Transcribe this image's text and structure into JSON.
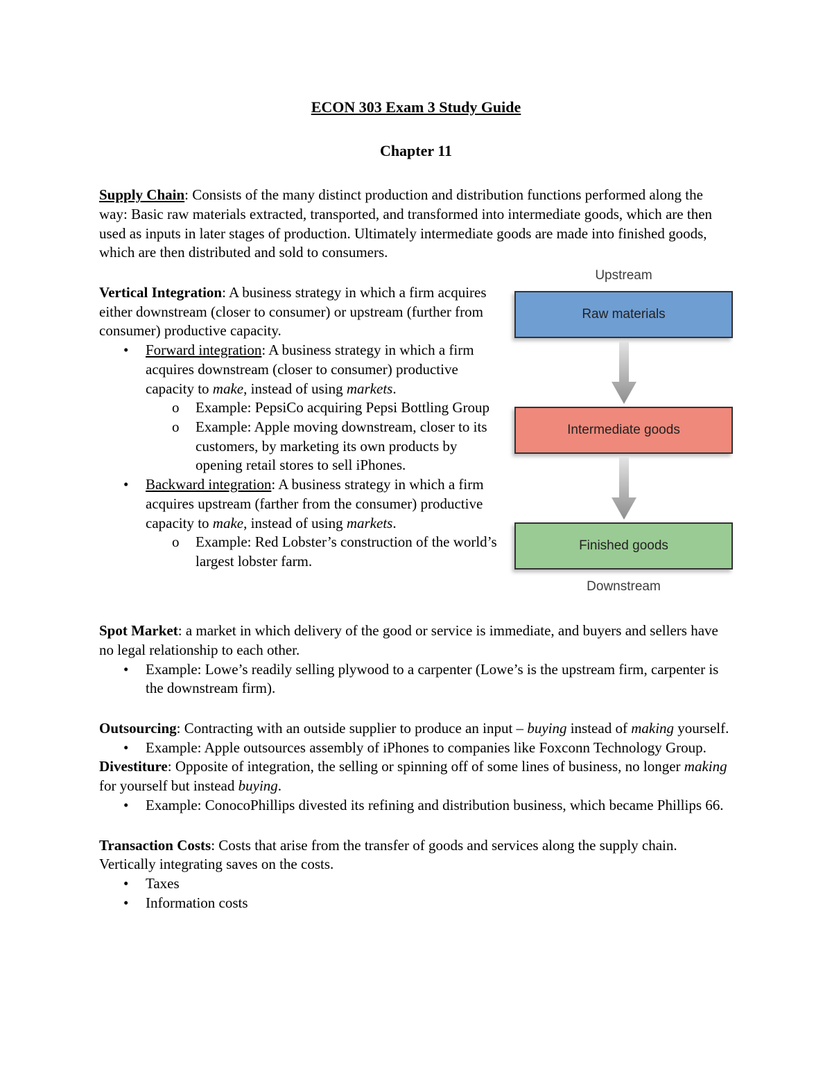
{
  "page": {
    "title": "ECON 303 Exam 3 Study Guide",
    "chapter": "Chapter 11"
  },
  "markers": {
    "bullet": "•",
    "circle": "o"
  },
  "supply_chain": {
    "term": "Supply Chain",
    "definition": ": Consists of the many distinct production and distribution functions performed along the way: Basic raw materials extracted, transported, and transformed into intermediate goods, which are then used as inputs in later stages of production. Ultimately intermediate goods are made into finished goods, which are then distributed and sold to consumers."
  },
  "vertical_integration": {
    "term": "Vertical Integration",
    "definition": ": A business strategy in which a firm acquires either downstream (closer to consumer) or upstream (further from consumer) productive capacity.",
    "forward": {
      "term": "Forward integration",
      "d1": ": A business strategy in which a firm acquires downstream (closer to consumer) productive capacity to ",
      "i1": "make",
      "d2": ", instead of using ",
      "i2": "markets",
      "d3": ".",
      "example1": "Example: PepsiCo acquiring Pepsi Bottling Group",
      "example2": "Example: Apple moving downstream, closer to its customers, by marketing its own products by opening retail stores to sell iPhones."
    },
    "backward": {
      "term": "Backward integration",
      "d1": ": A business strategy in which a firm acquires upstream (farther from the consumer) productive capacity to ",
      "i1": "make",
      "d2": ", instead of using ",
      "i2": "markets",
      "d3": ".",
      "example": "Example: Red Lobster’s construction of the world’s largest lobster farm."
    }
  },
  "diagram": {
    "upstream": "Upstream",
    "downstream": "Downstream",
    "boxes": [
      {
        "label": "Raw materials",
        "color": "#6f9ed3"
      },
      {
        "label": "Intermediate goods",
        "color": "#ef897b"
      },
      {
        "label": "Finished goods",
        "color": "#9bcb94"
      }
    ],
    "arrow_gradient_top": "#e3e3e3",
    "arrow_gradient_bottom": "#8e8e8e",
    "border_color": "#333333"
  },
  "spot_market": {
    "term": "Spot Market",
    "definition": ": a market in which delivery of the good or service is immediate, and buyers and sellers have no legal relationship to each other.",
    "example": "Example: Lowe’s readily selling plywood to a carpenter (Lowe’s is the upstream firm, carpenter is the downstream firm)."
  },
  "outsourcing": {
    "term": "Outsourcing",
    "d1": ": Contracting with an outside supplier to produce an input – ",
    "i1": "buying",
    "d2": " instead of ",
    "i2": "making",
    "d3": " yourself.",
    "example": "Example: Apple outsources assembly of iPhones to companies like Foxconn Technology Group."
  },
  "divestiture": {
    "term": "Divestiture",
    "d1": ": Opposite of integration, the selling or spinning off of some lines of business, no longer ",
    "i1": "making",
    "d2": " for yourself but instead ",
    "i2": "buying",
    "d3": ".",
    "example": "Example: ConocoPhillips divested its refining and distribution business, which became Phillips 66."
  },
  "transaction_costs": {
    "term": "Transaction Costs",
    "definition": ": Costs that arise from the transfer of goods and services along the supply chain. Vertically integrating saves on the costs.",
    "items": [
      "Taxes",
      "Information costs"
    ]
  }
}
